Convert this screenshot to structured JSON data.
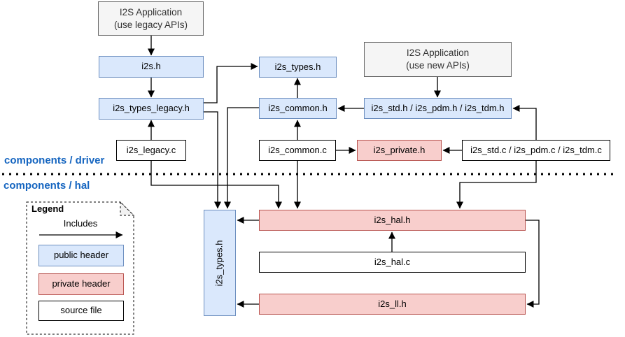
{
  "sections": {
    "driver_label": "components / driver",
    "hal_label": "components / hal"
  },
  "nodes": {
    "app_legacy": {
      "line1": "I2S Application",
      "line2": "(use legacy APIs)",
      "type": "application"
    },
    "app_new": {
      "line1": "I2S Application",
      "line2": "(use new APIs)",
      "type": "application"
    },
    "i2s_h": {
      "label": "i2s.h",
      "type": "public header"
    },
    "i2s_types_legacy_h": {
      "label": "i2s_types_legacy.h",
      "type": "public header"
    },
    "i2s_legacy_c": {
      "label": "i2s_legacy.c",
      "type": "source file"
    },
    "i2s_types_h": {
      "label": "i2s_types.h",
      "type": "public header"
    },
    "i2s_common_h": {
      "label": "i2s_common.h",
      "type": "public header"
    },
    "i2s_common_c": {
      "label": "i2s_common.c",
      "type": "source file"
    },
    "i2s_std_h": {
      "label": "i2s_std.h / i2s_pdm.h / i2s_tdm.h",
      "type": "public header"
    },
    "i2s_private_h": {
      "label": "i2s_private.h",
      "type": "private header"
    },
    "i2s_std_c": {
      "label": "i2s_std.c / i2s_pdm.c / i2s_tdm.c",
      "type": "source file"
    },
    "i2s_types_hal_h": {
      "label": "i2s_types.h",
      "type": "public header"
    },
    "i2s_hal_h": {
      "label": "i2s_hal.h",
      "type": "private header"
    },
    "i2s_hal_c": {
      "label": "i2s_hal.c",
      "type": "source file"
    },
    "i2s_ll_h": {
      "label": "i2s_ll.h",
      "type": "private header"
    }
  },
  "legend": {
    "title": "Legend",
    "arrow_label": "Includes",
    "public_header": "public header",
    "private_header": "private header",
    "source_file": "source file"
  },
  "colors": {
    "public_header_fill": "#dae8fc",
    "public_header_border": "#6c8ebf",
    "private_header_fill": "#f8cecc",
    "private_header_border": "#b85450",
    "source_file_fill": "#ffffff",
    "source_file_border": "#000000",
    "application_fill": "#f5f5f5",
    "application_border": "#666666",
    "section_label_text": "#1565c0",
    "edge_stroke": "#000000"
  }
}
